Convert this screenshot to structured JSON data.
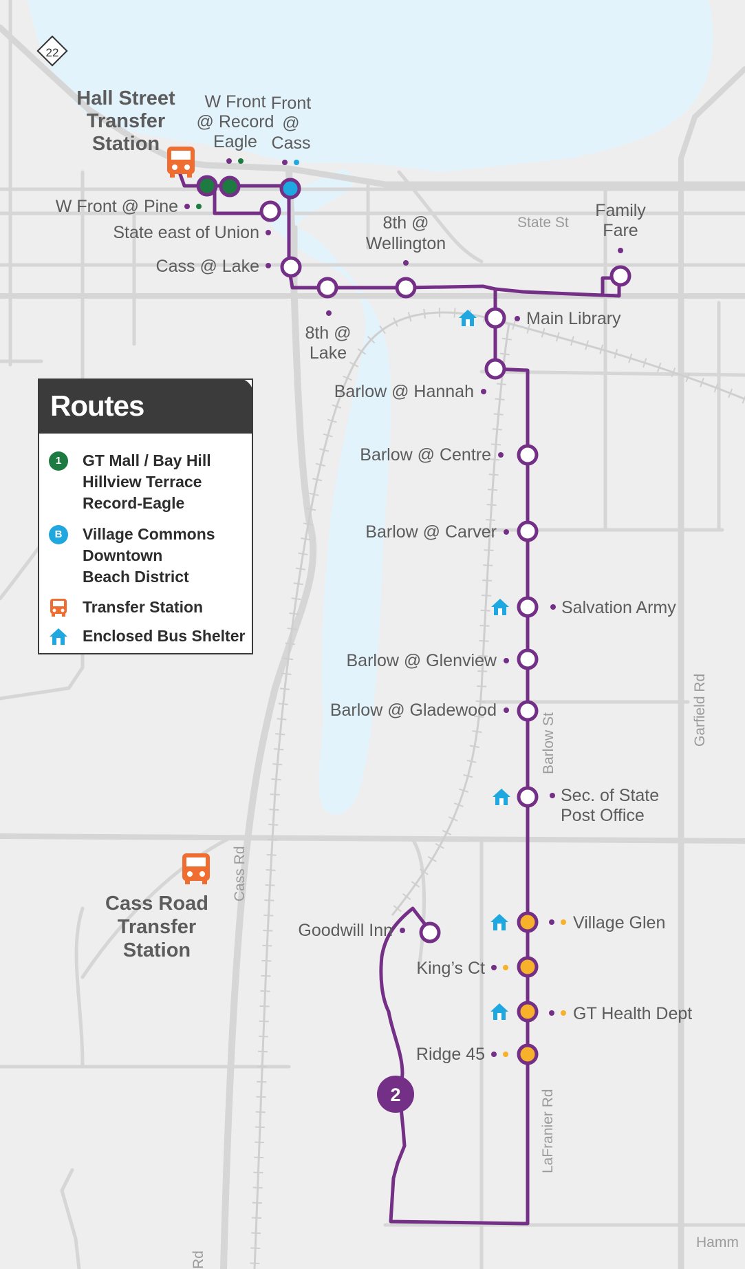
{
  "map": {
    "route_number": "2",
    "route_color": "#742f86",
    "water_color": "#e3f3fc",
    "land_color": "#eeeeee",
    "road_color": "#d6d6d6",
    "highway_shield": "22",
    "transfer_stations": {
      "hall_street": [
        "Hall Street",
        "Transfer",
        "Station"
      ],
      "cass_road": [
        "Cass Road",
        "Transfer",
        "Station"
      ]
    },
    "streets": {
      "state_st": "State St",
      "cass_rd": "Cass Rd",
      "cass_rd_bottom": "Rd",
      "barlow_st": "Barlow St",
      "garfield_rd": "Garfield Rd",
      "lafranier_rd": "LaFranier Rd",
      "hammond": "Hamm"
    },
    "stops": {
      "w_front_record_eagle": [
        "W Front",
        "@ Record",
        "Eagle"
      ],
      "front_cass": [
        "Front",
        "@",
        "Cass"
      ],
      "w_front_pine": "W Front @ Pine",
      "state_east_union": "State east of Union",
      "cass_lake": "Cass @ Lake",
      "eighth_wellington": [
        "8th @",
        "Wellington"
      ],
      "eighth_lake": [
        "8th @",
        "Lake"
      ],
      "family_fare": [
        "Family",
        "Fare"
      ],
      "main_library": "Main Library",
      "barlow_hannah": "Barlow @ Hannah",
      "barlow_centre": "Barlow @ Centre",
      "barlow_carver": "Barlow @ Carver",
      "salvation_army": "Salvation Army",
      "barlow_glenview": "Barlow @ Glenview",
      "barlow_gladewood": "Barlow @ Gladewood",
      "sec_of_state": [
        "Sec. of State",
        "Post Office"
      ],
      "goodwill_inn": "Goodwill Inn",
      "village_glen": "Village Glen",
      "kings_ct": "King’s Ct",
      "gt_health_dept": "GT Health Dept",
      "ridge_45": "Ridge 45"
    }
  },
  "legend": {
    "title": "Routes",
    "items": [
      {
        "badge": "1",
        "color": "#1d7a41",
        "lines": [
          "GT Mall / Bay Hill",
          "Hillview Terrace",
          "Record-Eagle"
        ]
      },
      {
        "badge": "B",
        "color": "#1fa7e0",
        "lines": [
          "Village Commons",
          "Downtown",
          "Beach District"
        ]
      },
      {
        "icon": "bus-icon",
        "color": "#ef6d30",
        "lines": [
          "Transfer Station"
        ]
      },
      {
        "icon": "shelter-icon",
        "color": "#1fa7e0",
        "lines": [
          "Enclosed Bus Shelter"
        ]
      }
    ]
  }
}
